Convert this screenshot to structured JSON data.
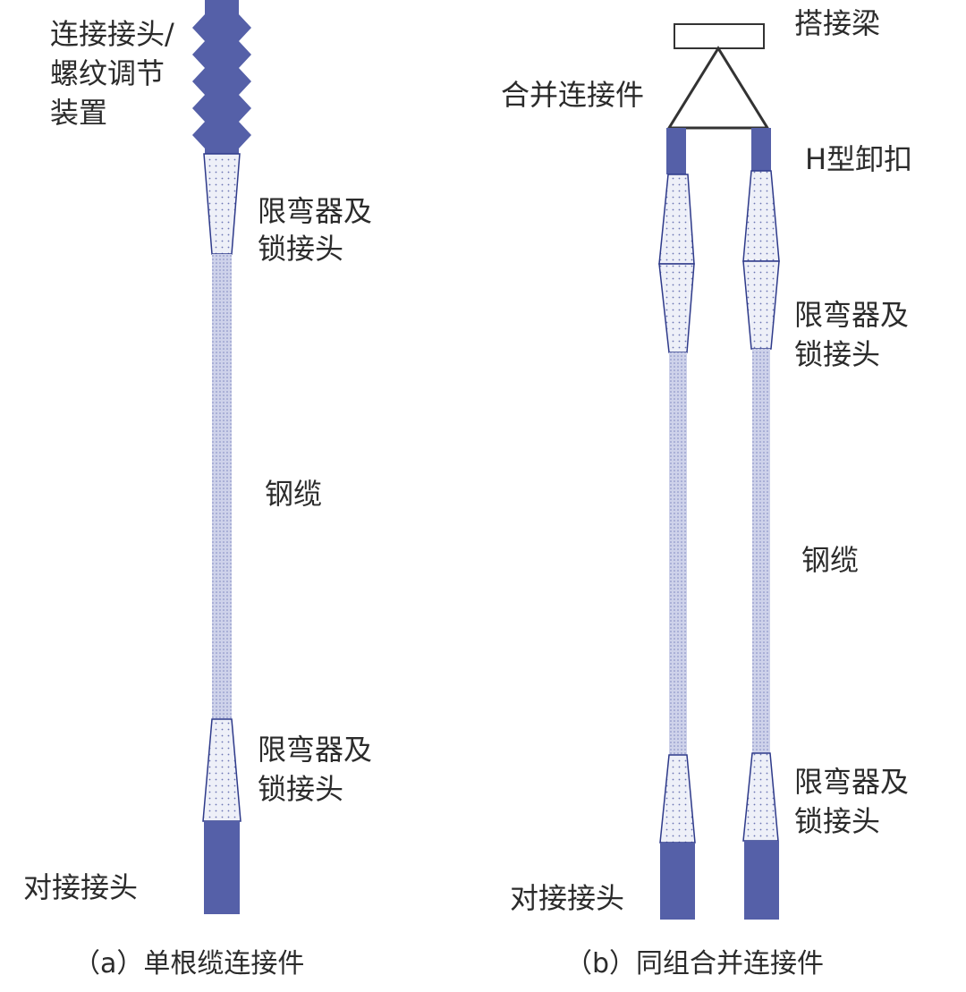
{
  "colors": {
    "steel_blue": "#5560A8",
    "cable_fill": "#C9CDE6",
    "dot_fill": "#EEF0F8",
    "dot": "#6C75B4",
    "outline": "#2E3A8A"
  },
  "panel_a": {
    "labels": {
      "connector_line1": "连接接头/",
      "connector_line2": "螺纹调节",
      "connector_line3": "装置",
      "bend_top_line1": "限弯器及",
      "bend_top_line2": "锁接头",
      "cable": "钢缆",
      "bend_bottom_line1": "限弯器及",
      "bend_bottom_line2": "锁接头",
      "butt_joint": "对接接头"
    },
    "caption": "（a）单根缆连接件"
  },
  "panel_b": {
    "labels": {
      "beam": "搭接梁",
      "merge_connector": "合并连接件",
      "h_shackle": "H型卸扣",
      "bend_top_line1": "限弯器及",
      "bend_top_line2": "锁接头",
      "cable": "钢缆",
      "bend_bottom_line1": "限弯器及",
      "bend_bottom_line2": "锁接头",
      "butt_joint": "对接接头"
    },
    "caption": "（b）同组合并连接件"
  }
}
